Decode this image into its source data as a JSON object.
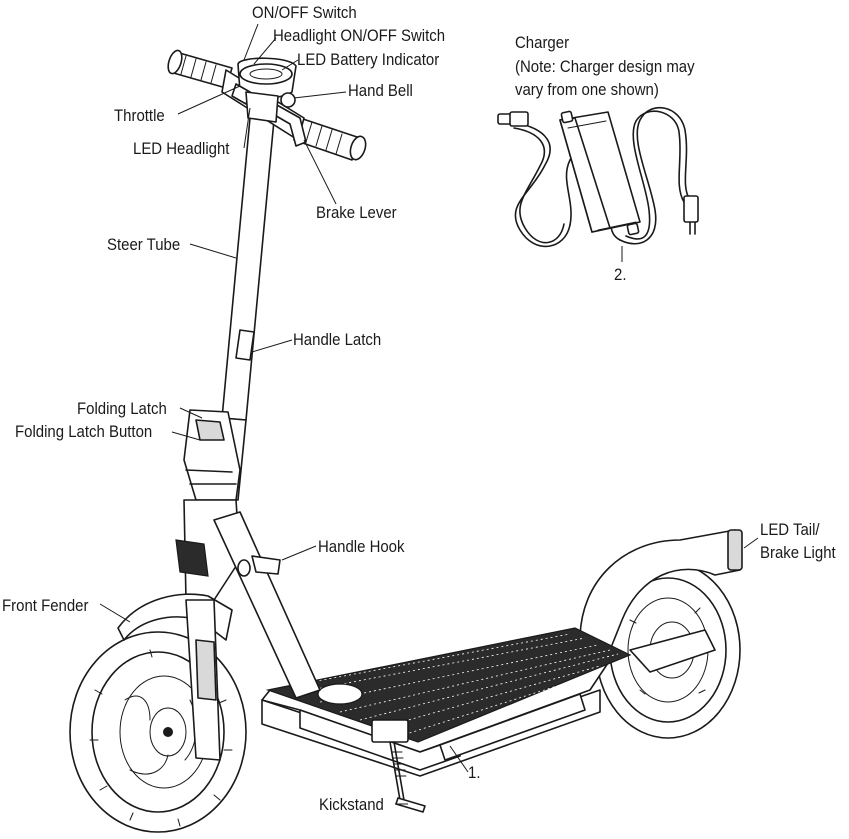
{
  "labels": {
    "on_off_switch": "ON/OFF Switch",
    "headlight_switch": "Headlight ON/OFF Switch",
    "led_battery": "LED Battery Indicator",
    "hand_bell": "Hand Bell",
    "throttle": "Throttle",
    "led_headlight": "LED Headlight",
    "brake_lever": "Brake Lever",
    "steer_tube": "Steer Tube",
    "handle_latch": "Handle Latch",
    "folding_latch": "Folding Latch",
    "folding_latch_button": "Folding Latch Button",
    "handle_hook": "Handle Hook",
    "front_fender": "Front Fender",
    "led_tail_1": "LED Tail/",
    "led_tail_2": "Brake Light",
    "kickstand": "Kickstand",
    "charger": "Charger",
    "charger_note_1": "(Note: Charger design may",
    "charger_note_2": "vary from one shown)",
    "num_1": "1.",
    "num_2": "2."
  },
  "colors": {
    "ink": "#1a1a1a",
    "panel_gray": "#d9d9d9",
    "deck_dark": "#2b2b2b",
    "background": "#ffffff"
  }
}
